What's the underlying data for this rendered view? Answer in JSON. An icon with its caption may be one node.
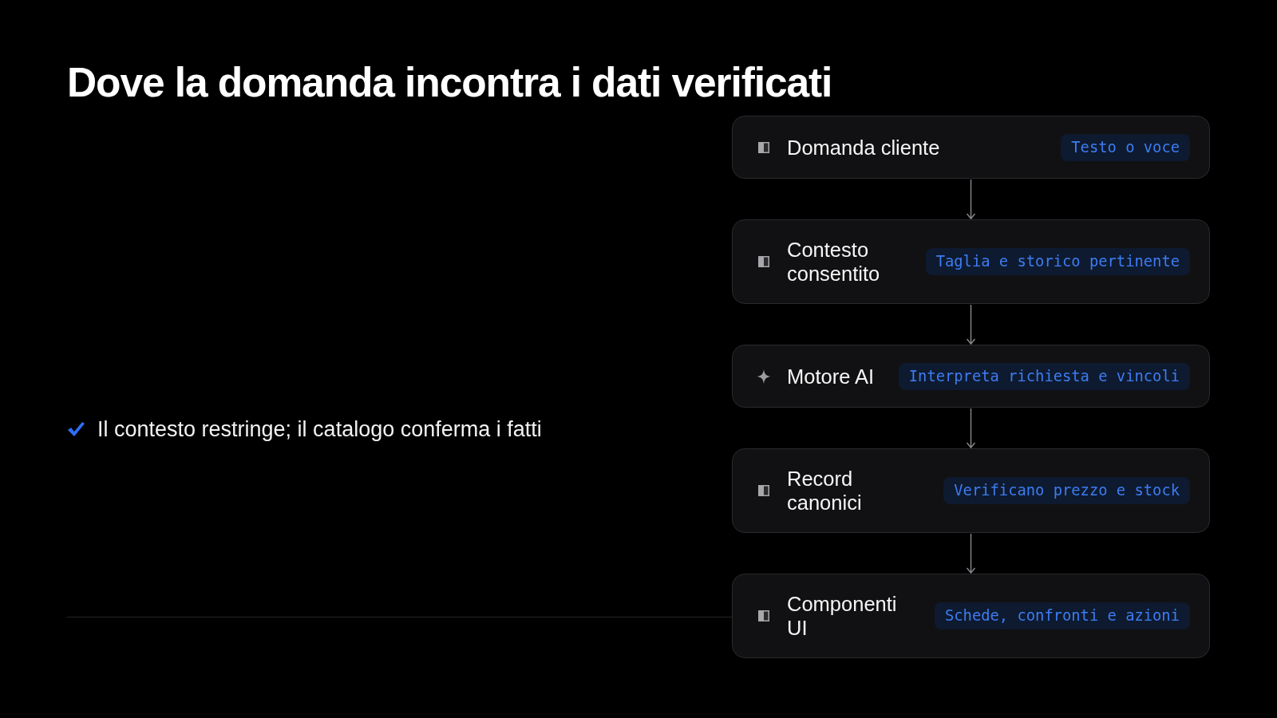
{
  "diagram": {
    "title": "Dove la domanda incontra i dati verificati",
    "nodes": [
      {
        "text": [
          "Domanda cliente",
          "Testo o voce"
        ]
      },
      {
        "text": [
          "Contesto consentito",
          "Taglia e storico pertinente"
        ]
      },
      {
        "text": [
          "Motore AI",
          "Interpreta richiesta e vincoli"
        ]
      },
      {
        "text": [
          "Record canonici",
          "Verificano prezzo e stock"
        ]
      },
      {
        "text": [
          "Componenti UI",
          "Schede, confronti e azioni"
        ]
      }
    ],
    "edges": [
      {
        "from": 0,
        "to": 1,
        "arrow": "to"
      },
      {
        "from": 1,
        "to": 2,
        "arrow": "to"
      },
      {
        "from": 2,
        "to": 3,
        "arrow": "to"
      },
      {
        "from": 3,
        "to": 4,
        "arrow": "to"
      }
    ],
    "labels": [
      "Il contesto restringe; il catalogo conferma i fatti"
    ]
  }
}
